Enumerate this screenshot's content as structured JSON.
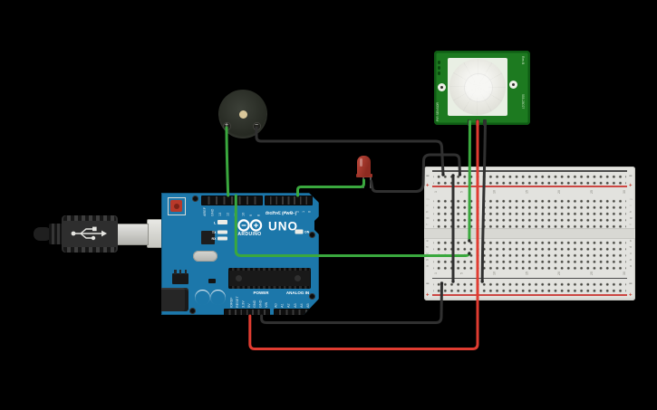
{
  "canvas": {
    "background": "#000000"
  },
  "colors": {
    "arduino_blue": "#1c77aa",
    "breadboard_body": "#e2e2de",
    "pir_green": "#1d7a20",
    "led_red": "#a93226",
    "rail_red_line": "#cc4743",
    "rail_dark_line": "#4c4c4c"
  },
  "arduino": {
    "brand": "ARDUINO",
    "model": "UNO",
    "digital_label": "DIGITAL (PWM~)",
    "power_label": "POWER",
    "analog_label": "ANALOG IN",
    "on_label": "ON",
    "led_labels": {
      "l": "L",
      "tx": "TX",
      "rx": "RX"
    },
    "digital_pins_left": [
      "AREF",
      "GND",
      "13",
      "12",
      "11",
      "10",
      "9",
      "8"
    ],
    "digital_pins_right": [
      "7",
      "6",
      "5",
      "4",
      "3",
      "2",
      "1",
      "0"
    ],
    "power_pins": [
      "IOREF",
      "RESET",
      "3.3V",
      "5V",
      "GND",
      "GND",
      "VIN"
    ],
    "analog_pins": [
      "A0",
      "A1",
      "A2",
      "A3",
      "A4",
      "A5"
    ]
  },
  "buzzer": {
    "positive": "+",
    "negative": "−"
  },
  "pir": {
    "name_left": "PIR SENSOR",
    "rev": "Rev B",
    "part_number": "555-28027"
  },
  "breadboard": {
    "rail": {
      "plus": "+",
      "minus": "−"
    },
    "numbers": [
      "1",
      "5",
      "10",
      "15",
      "20",
      "25",
      "30"
    ],
    "row_letters_top": [
      "j",
      "i",
      "h",
      "g",
      "f"
    ],
    "row_letters_bottom": [
      "e",
      "d",
      "c",
      "b",
      "a"
    ]
  },
  "wires": {
    "buzzer_signal": {
      "color": "#3aa83e",
      "from": "buzzer +",
      "to": "arduino pin 12"
    },
    "buzzer_ground": {
      "color": "#303030",
      "from": "buzzer −",
      "to": "breadboard top − rail"
    },
    "led_signal": {
      "color": "#3aa83e",
      "from": "arduino pin 2",
      "to": "led anode"
    },
    "led_ground": {
      "color": "#303030",
      "from": "led cathode",
      "to": "breadboard top − rail"
    },
    "signal_to_breadboard": {
      "color": "#3aa83e",
      "from": "arduino pin 11",
      "to": "breadboard column 6"
    },
    "pir_signal": {
      "color": "#3aa83e",
      "from": "pir out",
      "to": "breadboard column 6"
    },
    "pir_power": {
      "color": "#e03c31",
      "from": "pir vcc",
      "to": "arduino 5V"
    },
    "pir_ground": {
      "color": "#303030",
      "from": "pir gnd",
      "to": "breadboard bottom − rail"
    },
    "rail_jumper": {
      "color": "#303030",
      "from": "breadboard top − rail",
      "to": "breadboard bottom − rail"
    },
    "arduino_ground": {
      "color": "#303030",
      "from": "arduino GND",
      "to": "breadboard bottom − rail"
    }
  }
}
